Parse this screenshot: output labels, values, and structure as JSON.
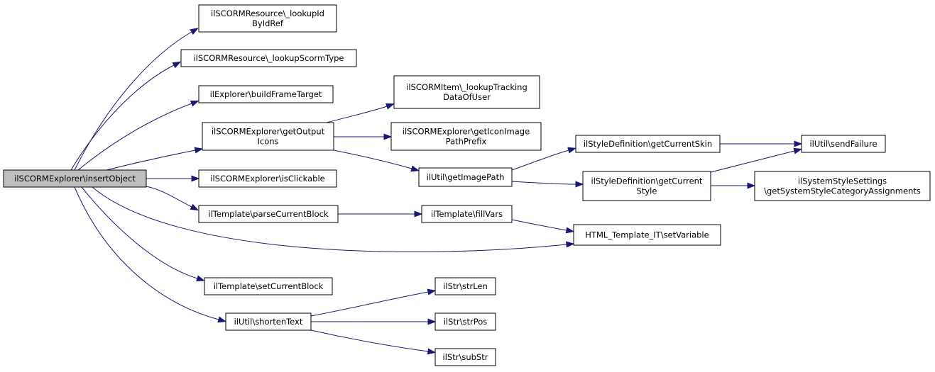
{
  "diagram": {
    "type": "call-graph",
    "nodes": [
      {
        "id": "root",
        "lines": [
          "ilSCORMExplorer\\insertObject"
        ],
        "root": true
      },
      {
        "id": "n1",
        "lines": [
          "ilSCORMResource\\_lookupId",
          "ByIdRef"
        ]
      },
      {
        "id": "n2",
        "lines": [
          "ilSCORMResource\\_lookupScormType"
        ]
      },
      {
        "id": "n3",
        "lines": [
          "ilExplorer\\buildFrameTarget"
        ]
      },
      {
        "id": "n4",
        "lines": [
          "ilSCORMExplorer\\getOutput",
          "Icons"
        ]
      },
      {
        "id": "n5",
        "lines": [
          "ilSCORMExplorer\\isClickable"
        ]
      },
      {
        "id": "n6",
        "lines": [
          "ilTemplate\\parseCurrentBlock"
        ]
      },
      {
        "id": "n7",
        "lines": [
          "ilTemplate\\setCurrentBlock"
        ]
      },
      {
        "id": "n8",
        "lines": [
          "ilUtil\\shortenText"
        ]
      },
      {
        "id": "n9",
        "lines": [
          "ilSCORMItem\\_lookupTracking",
          "DataOfUser"
        ]
      },
      {
        "id": "n10",
        "lines": [
          "ilSCORMExplorer\\getIconImage",
          "PathPrefix"
        ]
      },
      {
        "id": "n11",
        "lines": [
          "ilUtil\\getImagePath"
        ]
      },
      {
        "id": "n12",
        "lines": [
          "ilTemplate\\fillVars"
        ]
      },
      {
        "id": "n13",
        "lines": [
          "HTML_Template_IT\\setVariable"
        ]
      },
      {
        "id": "n14",
        "lines": [
          "ilStr\\strLen"
        ]
      },
      {
        "id": "n15",
        "lines": [
          "ilStr\\strPos"
        ]
      },
      {
        "id": "n16",
        "lines": [
          "ilStr\\subStr"
        ]
      },
      {
        "id": "n17",
        "lines": [
          "ilStyleDefinition\\getCurrentSkin"
        ]
      },
      {
        "id": "n18",
        "lines": [
          "ilStyleDefinition\\getCurrent",
          "Style"
        ]
      },
      {
        "id": "n19",
        "lines": [
          "ilUtil\\sendFailure"
        ]
      },
      {
        "id": "n20",
        "lines": [
          "ilSystemStyleSettings",
          "\\getSystemStyleCategoryAssignments"
        ]
      }
    ],
    "edges": [
      {
        "from": "root",
        "to": "n1"
      },
      {
        "from": "root",
        "to": "n2"
      },
      {
        "from": "root",
        "to": "n3"
      },
      {
        "from": "root",
        "to": "n4"
      },
      {
        "from": "root",
        "to": "n5"
      },
      {
        "from": "root",
        "to": "n6"
      },
      {
        "from": "root",
        "to": "n13"
      },
      {
        "from": "root",
        "to": "n7"
      },
      {
        "from": "root",
        "to": "n8"
      },
      {
        "from": "n4",
        "to": "n9"
      },
      {
        "from": "n4",
        "to": "n10"
      },
      {
        "from": "n4",
        "to": "n11"
      },
      {
        "from": "n6",
        "to": "n12"
      },
      {
        "from": "n12",
        "to": "n13"
      },
      {
        "from": "n11",
        "to": "n17"
      },
      {
        "from": "n11",
        "to": "n18"
      },
      {
        "from": "n17",
        "to": "n19"
      },
      {
        "from": "n18",
        "to": "n19"
      },
      {
        "from": "n18",
        "to": "n20"
      },
      {
        "from": "n8",
        "to": "n14"
      },
      {
        "from": "n8",
        "to": "n15"
      },
      {
        "from": "n8",
        "to": "n16"
      }
    ]
  },
  "colors": {
    "edge": "#191970",
    "root_fill": "#bfbfbf",
    "node_fill": "#ffffff",
    "node_border": "#000000"
  }
}
